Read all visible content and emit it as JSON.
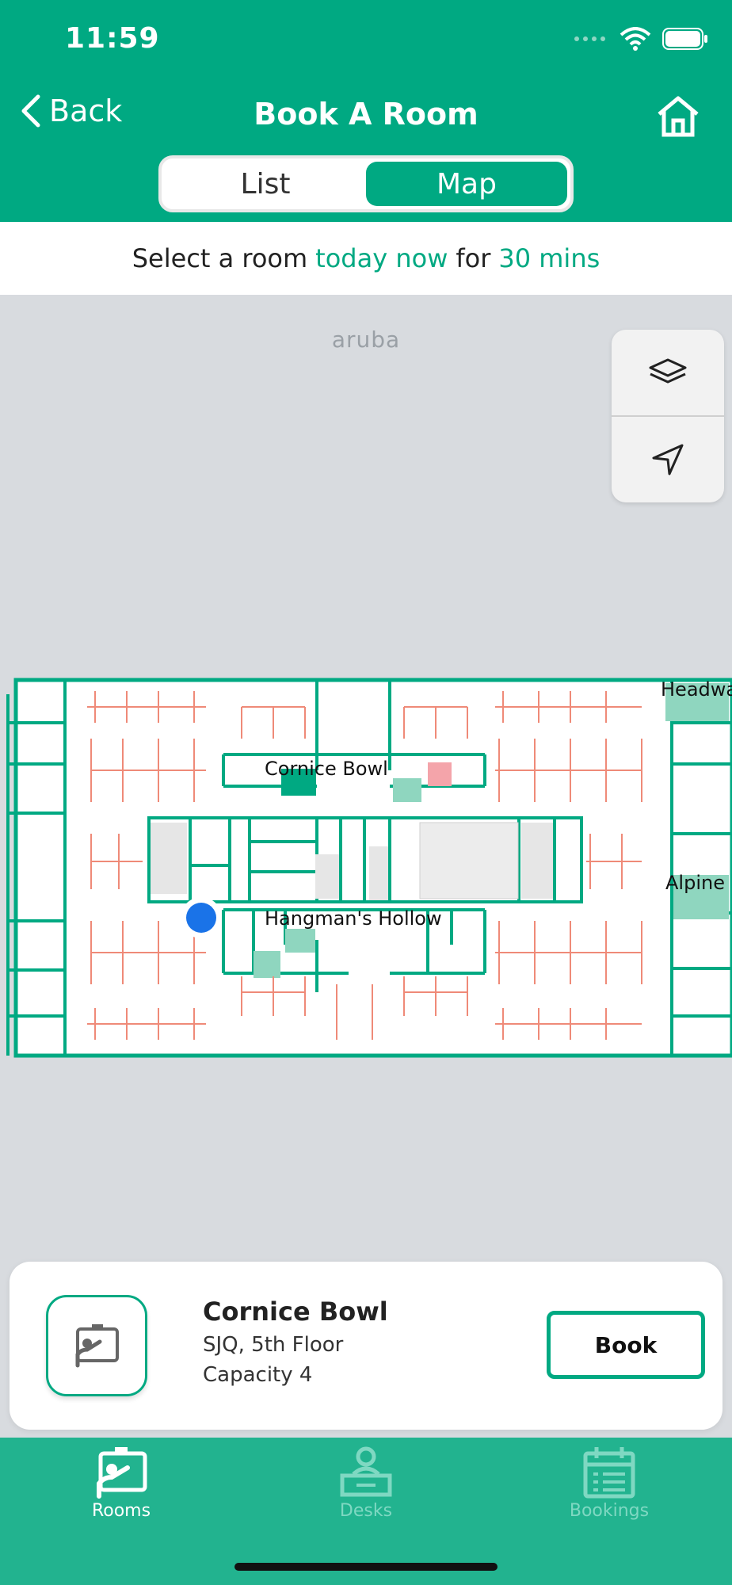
{
  "status": {
    "time": "11:59"
  },
  "nav": {
    "back_label": "Back",
    "title": "Book A Room"
  },
  "segments": [
    {
      "label": "List",
      "active": false
    },
    {
      "label": "Map",
      "active": true
    }
  ],
  "info": {
    "prefix": "Select a room",
    "when": "today now",
    "connector": "for",
    "duration": "30 mins"
  },
  "map": {
    "watermark": "aruba",
    "room_labels": [
      "Cornice Bowl",
      "Hangman's Hollow",
      "Headwa",
      "Alpine"
    ]
  },
  "room_card": {
    "name": "Cornice Bowl",
    "location": "SJQ, 5th Floor",
    "capacity": "Capacity 4",
    "book_label": "Book"
  },
  "tabs": [
    {
      "label": "Rooms",
      "active": true
    },
    {
      "label": "Desks",
      "active": false
    },
    {
      "label": "Bookings",
      "active": false
    }
  ],
  "colors": {
    "brand": "#00a982",
    "tabbar": "#22b38f",
    "desk": "#ef8a78",
    "wall": "#00a982",
    "booked": "#f4a4aa",
    "available": "#8fd6bf",
    "user_dot": "#1a73e8"
  }
}
